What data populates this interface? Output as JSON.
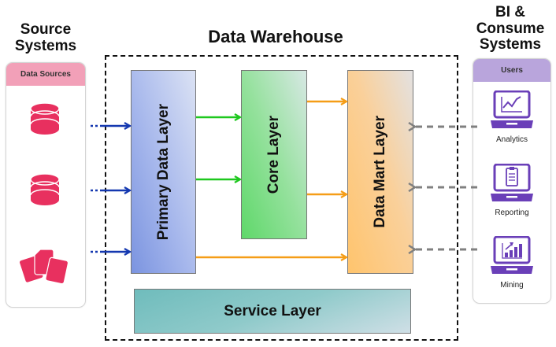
{
  "headings": {
    "source_systems": "Source Systems",
    "data_warehouse": "Data Warehouse",
    "bi_consume": "BI & Consume Systems"
  },
  "source_panel": {
    "header": "Data Sources",
    "items": [
      {
        "icon": "database-icon"
      },
      {
        "icon": "database-icon"
      },
      {
        "icon": "documents-icon"
      }
    ]
  },
  "bi_panel": {
    "header": "Users",
    "items": [
      {
        "icon": "analytics-laptop-icon",
        "label": "Analytics"
      },
      {
        "icon": "reporting-laptop-icon",
        "label": "Reporting"
      },
      {
        "icon": "mining-laptop-icon",
        "label": "Mining"
      }
    ]
  },
  "layers": {
    "primary": "Primary Data Layer",
    "core": "Core Layer",
    "data_mart": "Data Mart Layer",
    "service": "Service Layer"
  },
  "colors": {
    "source_accent": "#e8305f",
    "bi_accent": "#6a3fb8",
    "ingest_arrow": "#1438b0",
    "primary_to_core_arrow": "#1ec81e",
    "to_datamart_arrow": "#f59d17",
    "consume_arrow": "#808080"
  }
}
